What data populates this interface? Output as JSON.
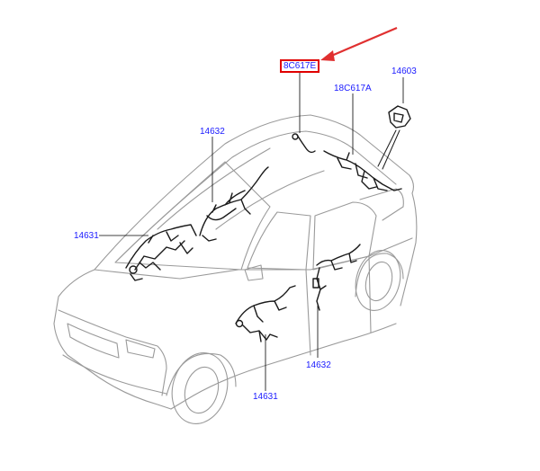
{
  "colors": {
    "label": "#1a1aff",
    "line": "#000000",
    "car_outline": "#9a9a9a",
    "highlight_box": "#e00000",
    "arrow": "#e03030"
  },
  "labels": {
    "highlight_part": "8C617E",
    "rear_harness": "18C617A",
    "rear_component": "14603",
    "roof_harness": "14632",
    "front_left_harness": "14631",
    "front_door_harness": "14631",
    "rear_door_harness": "14632"
  }
}
